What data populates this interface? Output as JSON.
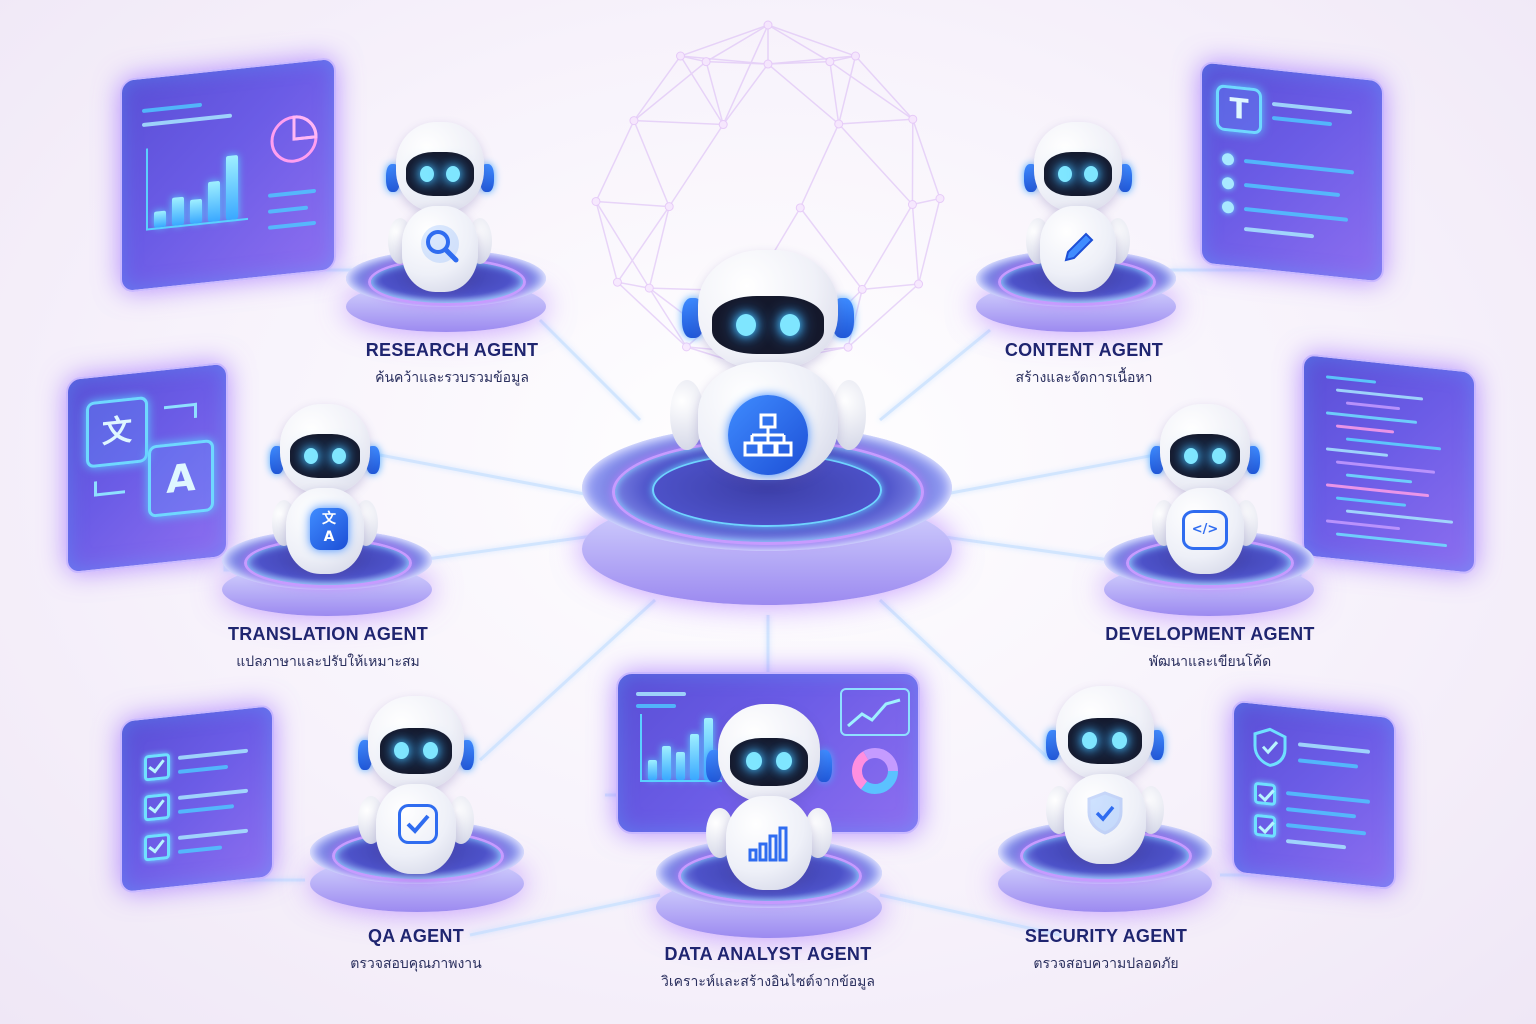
{
  "agents": {
    "research": {
      "title": "RESEARCH AGENT",
      "subtitle": "ค้นคว้าและรวบรวมข้อมูล",
      "icon": "magnifier-icon"
    },
    "content": {
      "title": "CONTENT AGENT",
      "subtitle": "สร้างและจัดการเนื้อหา",
      "icon": "pencil-icon"
    },
    "translation": {
      "title": "TRANSLATION AGENT",
      "subtitle": "แปลภาษาและปรับให้เหมาะสม",
      "icon": "translate-icon",
      "glyph_a": "文",
      "glyph_b": "A"
    },
    "development": {
      "title": "DEVELOPMENT AGENT",
      "subtitle": "พัฒนาและเขียนโค้ด",
      "icon": "code-icon",
      "glyph": "</>"
    },
    "qa": {
      "title": "QA AGENT",
      "subtitle": "ตรวจสอบคุณภาพงาน",
      "icon": "checkbox-icon"
    },
    "data": {
      "title": "DATA ANALYST AGENT",
      "subtitle": "วิเคราะห์และสร้างอินไซต์จากข้อมูล",
      "icon": "bar-chart-icon"
    },
    "security": {
      "title": "SECURITY AGENT",
      "subtitle": "ตรวจสอบความปลอดภัย",
      "icon": "shield-icon"
    },
    "orchestrator": {
      "icon": "hierarchy-icon"
    }
  },
  "panels": {
    "translation_glyph_a": "文",
    "translation_glyph_b": "A",
    "content_glyph": "T"
  },
  "colors": {
    "accent_blue": "#3f8cff",
    "accent_purple": "#a070ff",
    "title_text": "#1f2570",
    "panel_bg": "#6b5ce6"
  }
}
